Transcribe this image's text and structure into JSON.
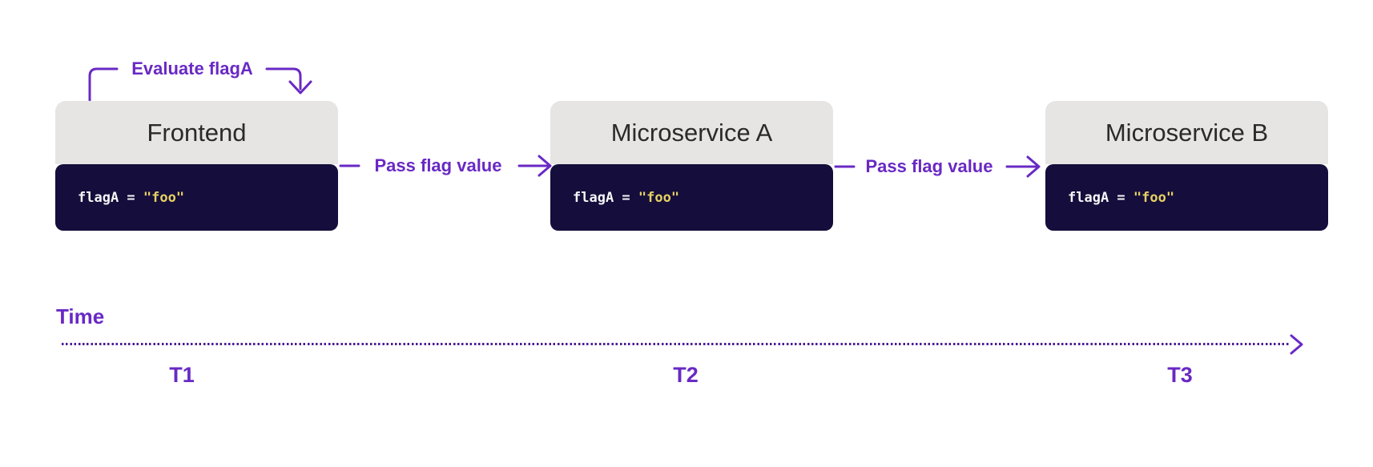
{
  "colors": {
    "purple": "#6929c4",
    "dots": "#4c1d95",
    "card_header_bg": "#e6e5e4",
    "card_header_text": "#2a2a2a",
    "code_bg": "#150d3b",
    "code_text": "#f5f5f7",
    "code_value": "#e5d163",
    "background": "#ffffff"
  },
  "services": [
    {
      "name": "Frontend",
      "code": {
        "expr": "flagA = ",
        "value": "\"foo\""
      }
    },
    {
      "name": "Microservice A",
      "code": {
        "expr": "flagA = ",
        "value": "\"foo\""
      }
    },
    {
      "name": "Microservice B",
      "code": {
        "expr": "flagA = ",
        "value": "\"foo\""
      }
    }
  ],
  "annotations": {
    "evaluate_label": "Evaluate flagA",
    "pass_label_1": "Pass flag value",
    "pass_label_2": "Pass flag value"
  },
  "timeline": {
    "label": "Time",
    "markers": [
      "T1",
      "T2",
      "T3"
    ]
  }
}
